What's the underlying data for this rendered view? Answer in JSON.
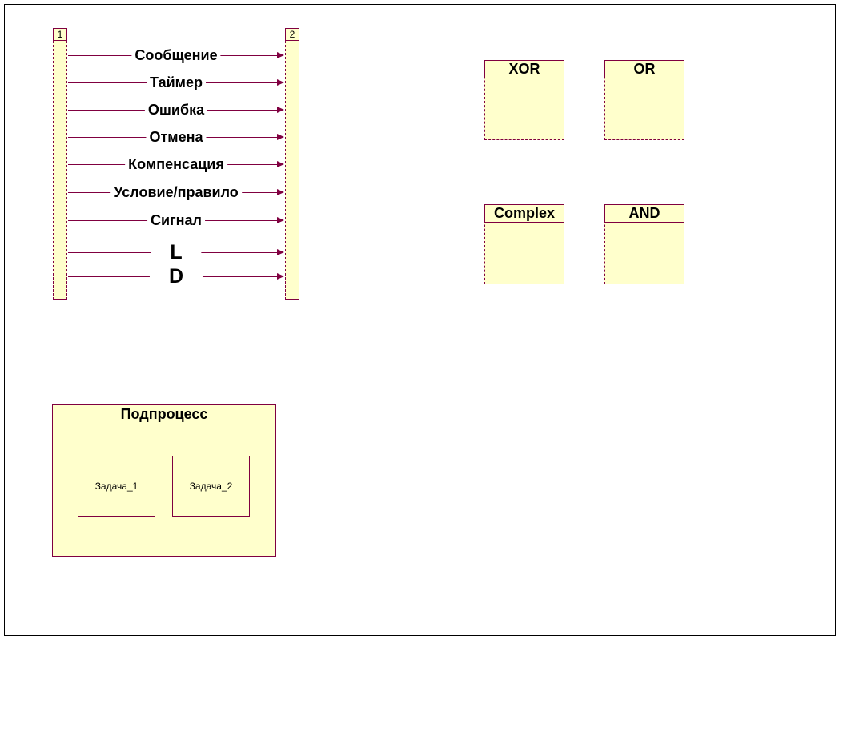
{
  "lifelines": {
    "left_label": "1",
    "right_label": "2"
  },
  "messages": [
    {
      "label": "Сообщение"
    },
    {
      "label": "Таймер"
    },
    {
      "label": "Ошибка"
    },
    {
      "label": "Отмена"
    },
    {
      "label": "Компенсация"
    },
    {
      "label": "Условие/правило"
    },
    {
      "label": "Сигнал"
    },
    {
      "label": "L"
    },
    {
      "label": "D"
    }
  ],
  "gateways": {
    "xor": "XOR",
    "or": "OR",
    "complex": "Complex",
    "and": "AND"
  },
  "subprocess": {
    "title": "Подпроцесс",
    "task1": "Задача_1",
    "task2": "Задача_2"
  },
  "colors": {
    "stroke": "#800040",
    "fill": "#ffffcc"
  }
}
